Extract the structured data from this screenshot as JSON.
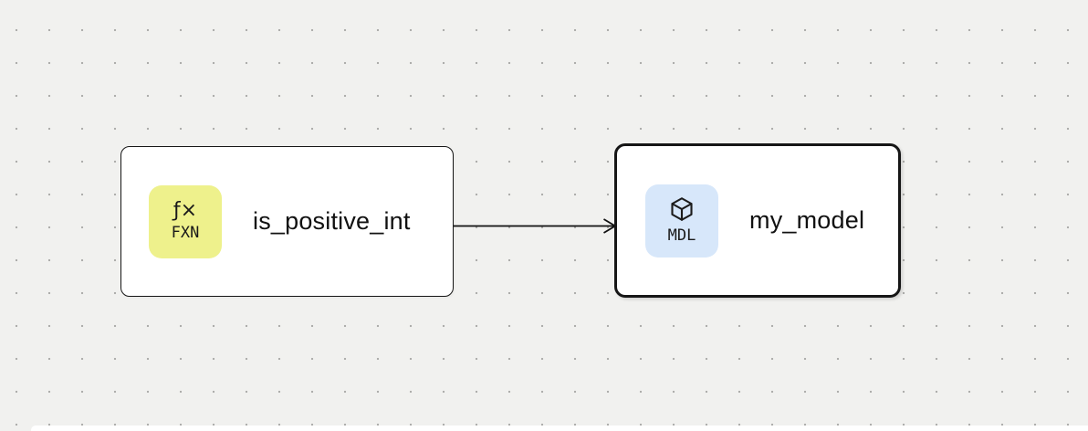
{
  "canvas": {
    "background_color": "#f1f1ef",
    "dot_color": "#aeaeac"
  },
  "nodes": [
    {
      "label": "is_positive_int",
      "badge_symbol": "ƒ×",
      "badge_tag": "FXN",
      "badge_color": "#eef18c",
      "badge_icon": "function-icon",
      "selected": false
    },
    {
      "label": "my_model",
      "badge_tag": "MDL",
      "badge_color": "#d7e7fa",
      "badge_icon": "cube-icon",
      "selected": true
    }
  ],
  "edges": [
    {
      "from": "is_positive_int",
      "to": "my_model",
      "color": "#111111"
    }
  ]
}
